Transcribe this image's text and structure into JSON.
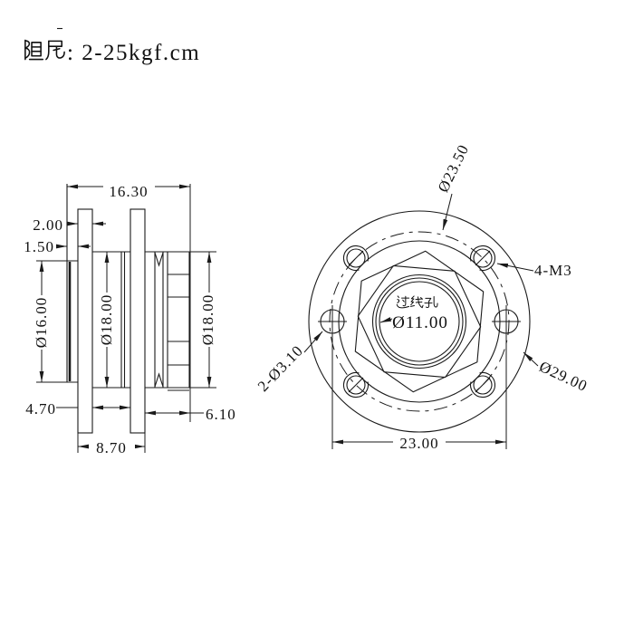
{
  "drawing_title": {
    "full_text": "阻尼：2-25kgf.cm",
    "cjk_prefix": "阻尼",
    "ascii_suffix": ": 2-25kgf.cm"
  },
  "side_view": {
    "label": "damper side section view",
    "dims": {
      "overall_length": "16.30",
      "flange_thickness": "2.00",
      "hub_protrusion": "1.50",
      "hub_diameter": "Ø16.00",
      "body_diameter": "Ø18.00",
      "nut_diameter": "Ø18.00",
      "flange_gap": "4.70",
      "rear_length": "6.10",
      "flange_span": "8.70"
    }
  },
  "front_view": {
    "label": "damper front view",
    "dims": {
      "bolt_circle_diameter": "Ø23.50",
      "screw_holes": "4-M3",
      "wire_hole_label": "过线孔",
      "wire_hole_diameter": "Ø11.00",
      "through_holes": "2-Ø3.10",
      "outer_diameter": "Ø29.00",
      "hole_spacing": "23.00"
    }
  },
  "colors": {
    "line": "#1a1a1a",
    "text": "#111111",
    "background": "#ffffff"
  }
}
